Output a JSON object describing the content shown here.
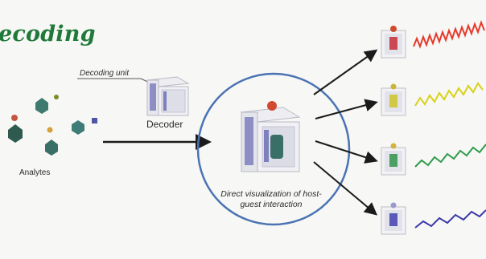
{
  "title": "ecoding",
  "labels": {
    "decoding_unit": "Decoding unit",
    "decoder": "Decoder",
    "analytes": "Analytes",
    "direct_visualization": "Direct visualization of host-guest interaction"
  },
  "colors": {
    "title": "#1f7a3a",
    "circle": "#4a73b3",
    "wave_red": "#e53a2b",
    "wave_yellow": "#d8d11a",
    "wave_green": "#2e9b4a",
    "wave_purple": "#3b3aa8"
  }
}
